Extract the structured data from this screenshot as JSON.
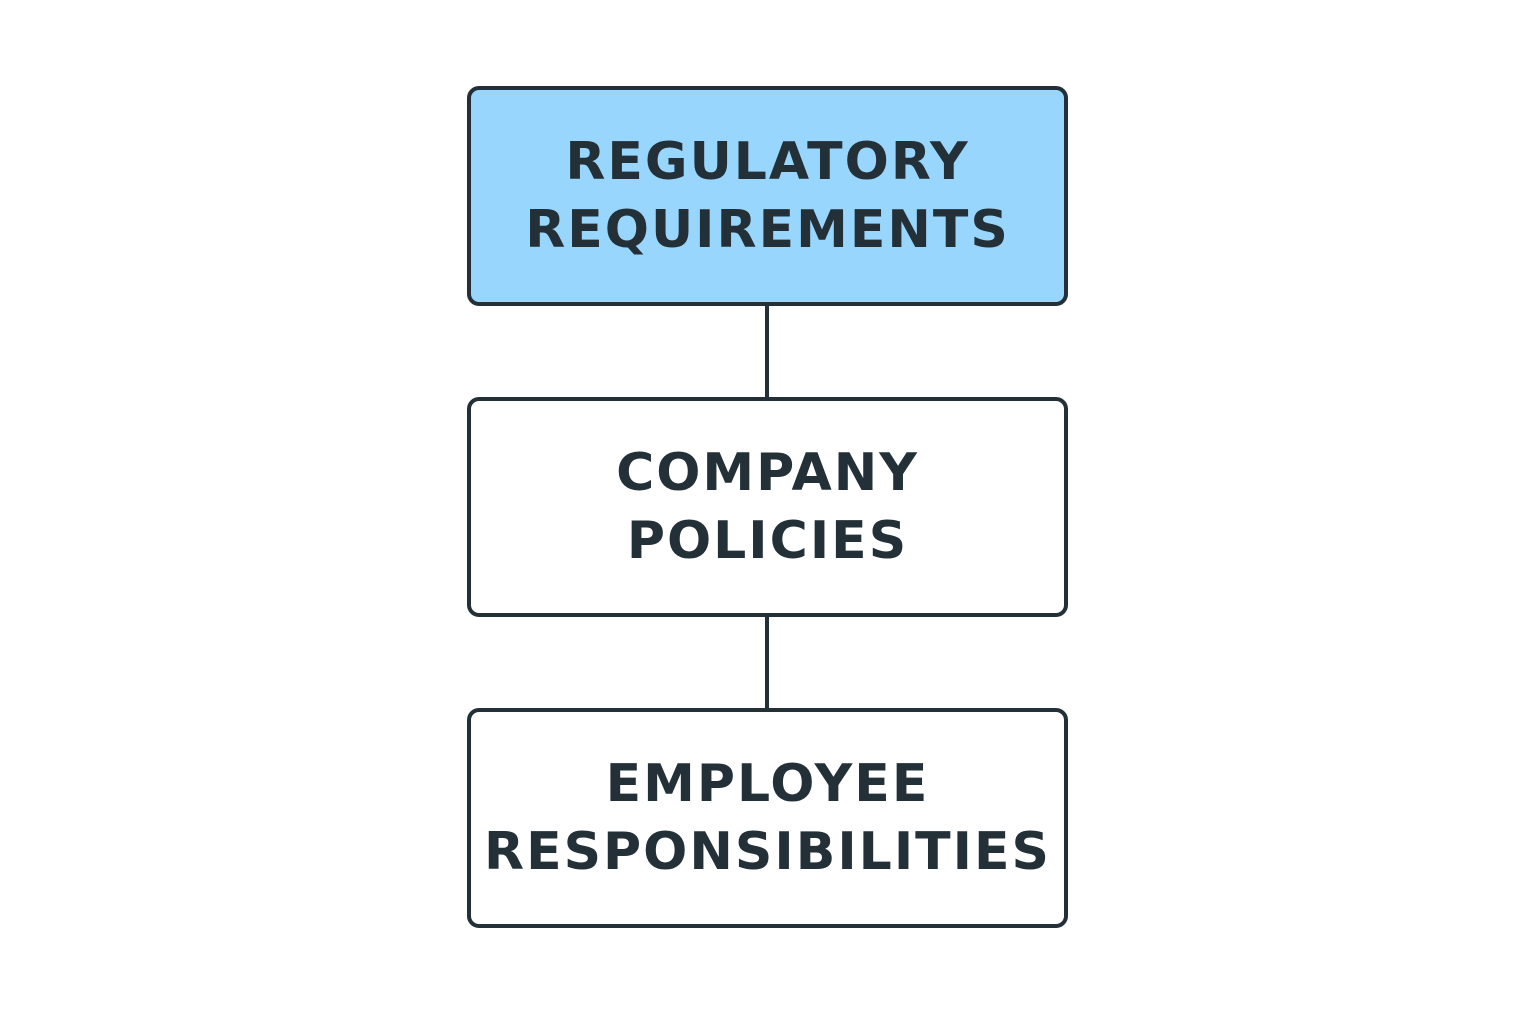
{
  "diagram": {
    "nodes": [
      {
        "lines": [
          "REGULATORY",
          "REQUIREMENTS"
        ],
        "fill": "#99D6FD"
      },
      {
        "lines": [
          "COMPANY",
          "POLICIES"
        ],
        "fill": "#FFFFFF"
      },
      {
        "lines": [
          "EMPLOYEE",
          "RESPONSIBILITIES"
        ],
        "fill": "#FFFFFF"
      }
    ],
    "edges": [
      {
        "from": 0,
        "to": 1
      },
      {
        "from": 1,
        "to": 2
      }
    ],
    "colors": {
      "stroke": "#233038",
      "text": "#233038",
      "background": "#FFFFFF"
    }
  }
}
